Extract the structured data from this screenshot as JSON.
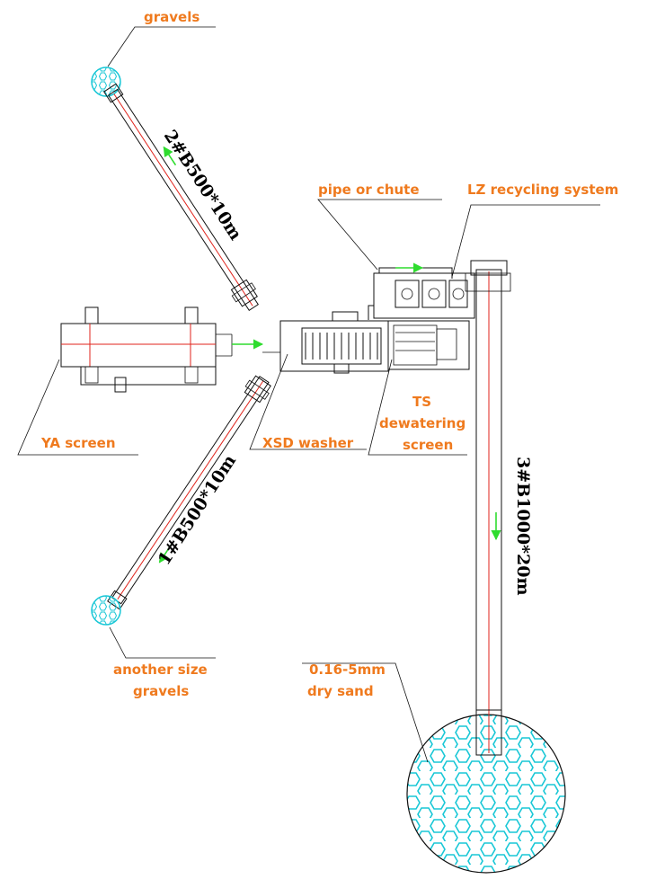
{
  "labels": {
    "gravels": "gravels",
    "pipe_or_chute": "pipe or chute",
    "lz_recycling_system": "LZ recycling system",
    "ya_screen": "YA screen",
    "xsd_washer": "XSD washer",
    "ts_line1": "TS",
    "ts_line2": "dewatering",
    "ts_line3": "screen",
    "another_size_line1": "another size",
    "another_size_line2": "gravels",
    "dry_sand_line1": "0.16-5mm",
    "dry_sand_line2": "dry sand"
  },
  "conveyors": {
    "c2": "2#B500*10m",
    "c1": "1#B500*10m",
    "c3": "3#B1000*20m"
  },
  "colors": {
    "label_orange": "#ef7a1e",
    "flow_arrow_green": "#2fdc2f",
    "belt_red": "#e0231b",
    "pile_cyan": "#19c7d6",
    "outline": "#111111"
  }
}
